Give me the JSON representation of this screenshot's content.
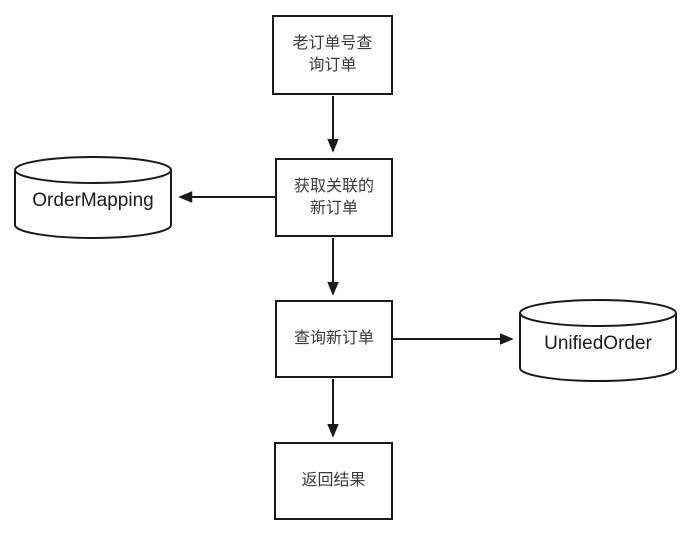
{
  "colors": {
    "stroke": "#1a1a1a",
    "node_fill": "#ffffff",
    "process_text": "#3a3a3a",
    "database_text": "#1a1a1a",
    "background": "#ffffff"
  },
  "diagram": {
    "type": "flowchart",
    "nodes": [
      {
        "id": "old-order-query",
        "shape": "rectangle",
        "label": "老订单号查\n询订单"
      },
      {
        "id": "get-associated-order",
        "shape": "rectangle",
        "label": "获取关联的\n新订单"
      },
      {
        "id": "order-mapping-db",
        "shape": "cylinder",
        "label": "OrderMapping"
      },
      {
        "id": "query-new-order",
        "shape": "rectangle",
        "label": "查询新订单"
      },
      {
        "id": "unified-order-db",
        "shape": "cylinder",
        "label": "UnifiedOrder"
      },
      {
        "id": "return-result",
        "shape": "rectangle",
        "label": "返回结果"
      }
    ],
    "edges": [
      {
        "from": "old-order-query",
        "to": "get-associated-order",
        "direction": "down"
      },
      {
        "from": "get-associated-order",
        "to": "order-mapping-db",
        "direction": "left"
      },
      {
        "from": "get-associated-order",
        "to": "query-new-order",
        "direction": "down"
      },
      {
        "from": "query-new-order",
        "to": "unified-order-db",
        "direction": "right"
      },
      {
        "from": "query-new-order",
        "to": "return-result",
        "direction": "down"
      }
    ]
  }
}
